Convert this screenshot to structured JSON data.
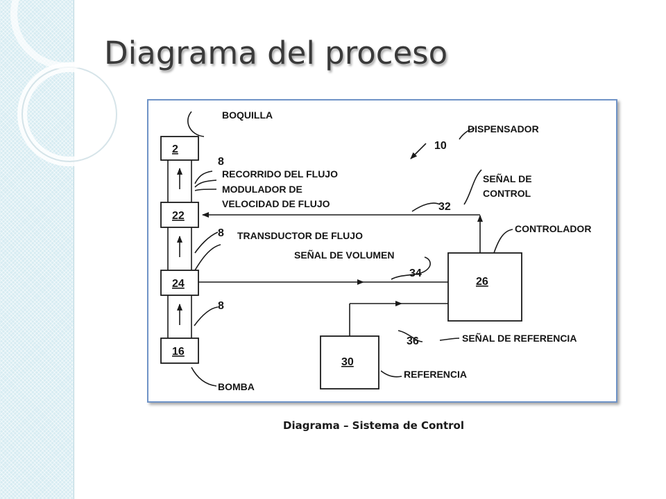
{
  "slide": {
    "title": "Diagrama del proceso",
    "caption": "Diagrama – Sistema de Control"
  },
  "diagram": {
    "labels": {
      "boquilla": "BOQUILLA",
      "dispensador": "DISPENSADOR",
      "recorrido": "RECORRIDO DEL FLUJO",
      "modulador_1": "MODULADOR DE",
      "modulador_2": "VELOCIDAD DE FLUJO",
      "senal_control_1": "SEÑAL DE",
      "senal_control_2": "CONTROL",
      "controlador": "CONTROLADOR",
      "transductor": "TRANSDUCTOR DE FLUJO",
      "senal_volumen": "SEÑAL DE VOLUMEN",
      "senal_referencia": "SEÑAL DE REFERENCIA",
      "referencia": "REFERENCIA",
      "bomba": "BOMBA"
    },
    "numbers": {
      "n10": "10",
      "n8a": "8",
      "n8b": "8",
      "n8c": "8",
      "n32": "32",
      "n34": "34",
      "n36": "36"
    },
    "boxes": {
      "b2": "2",
      "b22": "22",
      "b24": "24",
      "b16": "16",
      "b26": "26",
      "b30": "30"
    }
  },
  "colors": {
    "frame_border": "#6f93c7",
    "side_band": "#d7ecf2",
    "title_text": "#3a3a3a"
  }
}
